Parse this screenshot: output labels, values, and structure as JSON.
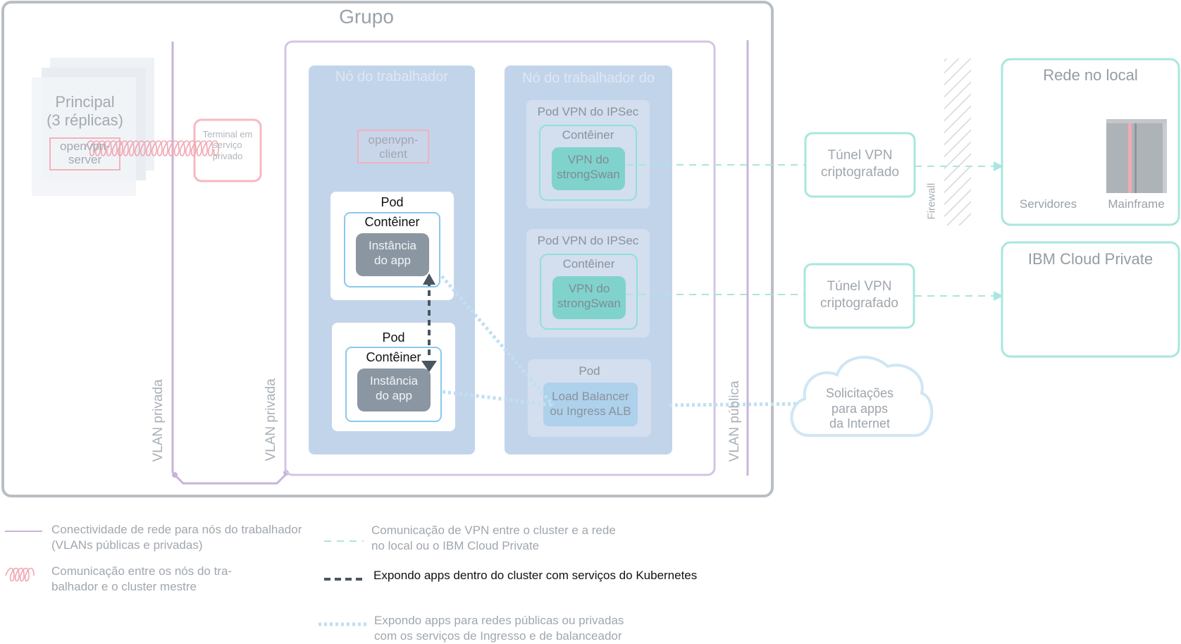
{
  "cluster_title": "Grupo",
  "master": {
    "title": "Principal",
    "replicas": "(3 réplicas)",
    "server": "openvpn-\nserver"
  },
  "service_endpoint": "Terminal em\nserviço\nprivado",
  "vlan": {
    "private": "VLAN privada",
    "public": "VLAN pública"
  },
  "worker1": {
    "title": "Nó do trabalhador",
    "client": "openvpn-\nclient",
    "pod_label": "Pod",
    "container_label": "Contêiner",
    "app_label": "Instância\ndo app"
  },
  "worker2": {
    "title": "Nó do trabalhador do",
    "ipsec_pod": "Pod VPN do IPSec",
    "container_label": "Contêiner",
    "strongswan": "VPN do\nstrongSwan",
    "lb_pod": "Pod",
    "lb": "Load Balancer\nou Ingress ALB"
  },
  "tunnel": "Túnel VPN\ncriptografado",
  "firewall": "Firewall",
  "onprem": {
    "title": "Rede no local",
    "servers": "Servidores",
    "mainframe": "Mainframe"
  },
  "icp": {
    "title": "IBM Cloud Private"
  },
  "internet": "Solicitações\npara apps\nda Internet",
  "legend": {
    "network": "Conectividade de rede para nós do trabalhador\n(VLANs públicas e privadas)",
    "master_comm": "Comunicação entre os nós do tra-\nbalhador e o cluster mestre",
    "vpn_comm": "Comunicação de VPN entre o cluster e a rede\nno local ou o IBM Cloud Private",
    "k8s_services": "Expondo apps dentro do cluster com serviços do Kubernetes",
    "ingress": "Expondo apps para redes públicas ou privadas\ncom os serviços de Ingresso e de balanceador"
  },
  "colors": {
    "purple": "#c9b4d9",
    "worker_blue": "#c2d4ea",
    "teal": "#8fe0d8",
    "teal_fill": "#7fd3cc",
    "app_gray": "#8a97a3",
    "pink": "#f2a9b4",
    "dark": "#4a5561"
  }
}
